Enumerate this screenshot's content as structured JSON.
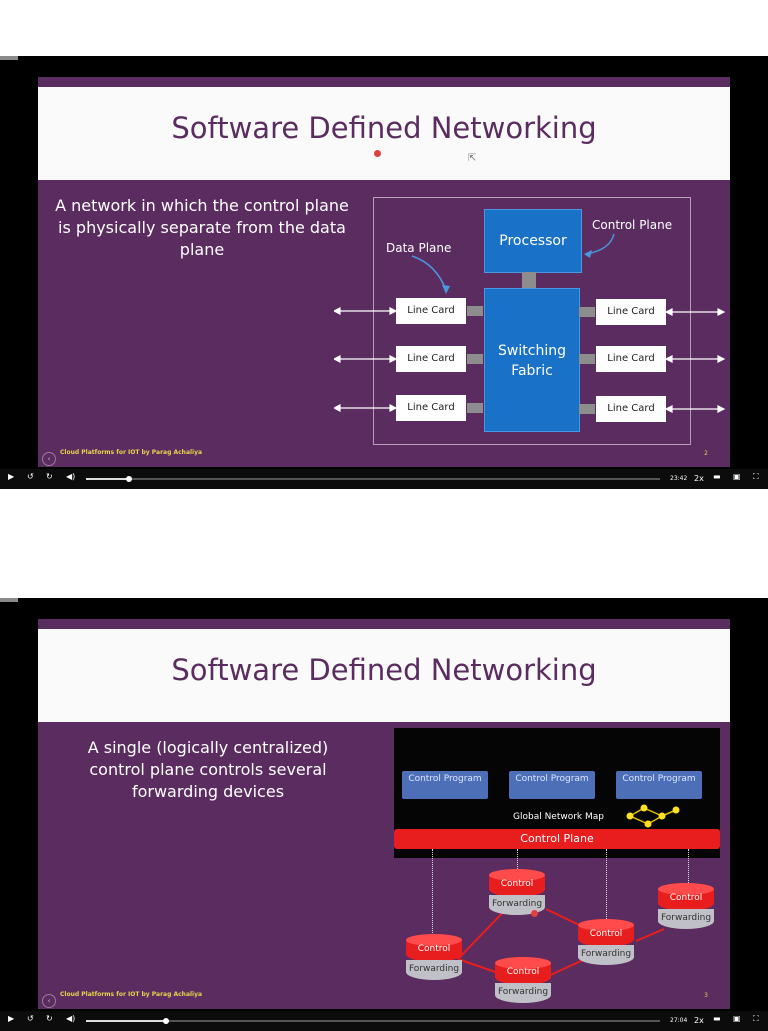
{
  "players": [
    {
      "slide": {
        "title": "Software Defined Networking",
        "body": "A network in which the control plane is physically separate from the data plane",
        "footer": "Cloud Platforms for IOT by Parag Achaliya",
        "page_number": "2",
        "diagram": {
          "processor": "Processor",
          "switching": "Switching Fabric",
          "control_plane_label": "Control Plane",
          "data_plane_label": "Data Plane",
          "line_card": "Line Card"
        }
      },
      "controls": {
        "time": "23:42",
        "speed": "2x",
        "progress": 0.075
      }
    },
    {
      "slide": {
        "title": "Software Defined Networking",
        "body": "A single (logically centralized) control plane controls several forwarding devices",
        "footer": "Cloud Platforms for IOT by Parag Achaliya",
        "page_number": "3",
        "diagram": {
          "control_program": "Control Program",
          "global_network_map": "Global Network Map",
          "control_plane": "Control Plane",
          "control": "Control",
          "forwarding": "Forwarding"
        }
      },
      "controls": {
        "time": "27:04",
        "speed": "2x",
        "progress": 0.14
      }
    }
  ],
  "colors": {
    "slide_bg": "#5b2c5f",
    "title_bar": "#fafafa",
    "accent_blue": "#1a72c8",
    "red": "#e81e1e",
    "footer_yellow": "#e8d44d"
  },
  "icons": [
    "play-icon",
    "rewind-icon",
    "forward-icon",
    "volume-icon",
    "speed-label",
    "subtitles-icon",
    "pip-icon",
    "fullscreen-icon"
  ]
}
